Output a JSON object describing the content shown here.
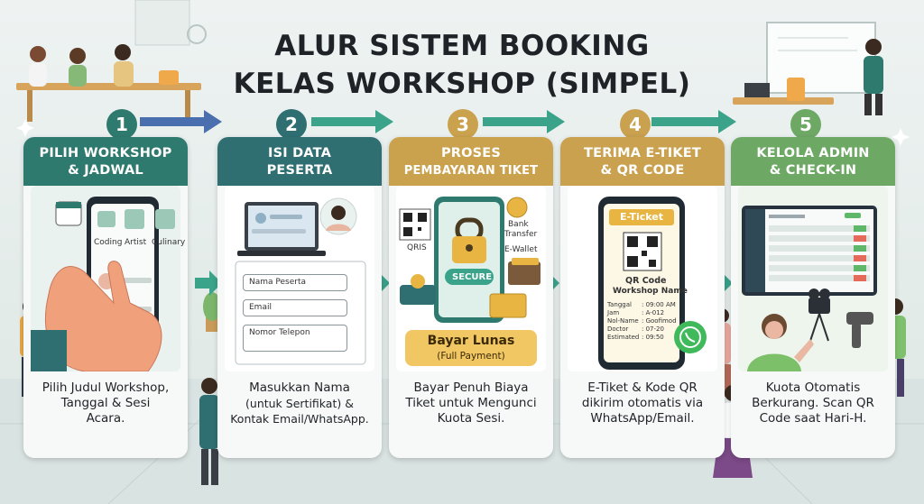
{
  "title": {
    "line1": "ALUR SISTEM BOOKING",
    "line2": "KELAS WORKSHOP (SIMPEL)"
  },
  "colors": {
    "step1": "#2f7a6f",
    "step2": "#2f6f72",
    "step3": "#caa24e",
    "step4": "#c9a14f",
    "step5": "#6ea865",
    "arrow": "#3aa38a"
  },
  "steps": [
    {
      "number": "1",
      "title_line1": "PILIH WORKSHOP",
      "title_line2": "& JADWAL",
      "caption_line1": "Pilih Judul Workshop,",
      "caption_line2": "Tanggal & Sesi",
      "caption_line3": "Acara.",
      "categories": [
        "Coding",
        "Artist",
        "Culinary"
      ]
    },
    {
      "number": "2",
      "title_line1": "ISI DATA",
      "title_line2": "PESERTA",
      "caption_line1": "Masukkan Nama",
      "caption_line2": "(untuk Sertifikat) &",
      "caption_line3": "Kontak Email/WhatsApp.",
      "fields": [
        "Nama Peserta",
        "Email",
        "Nomor Telepon"
      ]
    },
    {
      "number": "3",
      "title_line1": "PROSES",
      "title_line2": "PEMBAYARAN TIKET",
      "caption_line1": "Bayar Penuh Biaya",
      "caption_line2": "Tiket untuk Mengunci",
      "caption_line3": "Kuota Sesi.",
      "qris_label": "QRIS",
      "secure_label": "SECURE",
      "bank_label_1": "Bank",
      "bank_label_2": "Transfer",
      "ewallet_label": "E-Wallet",
      "pay_line1": "Bayar Lunas",
      "pay_line2": "(Full Payment)"
    },
    {
      "number": "4",
      "title_line1": "TERIMA E-TIKET",
      "title_line2": "& QR CODE",
      "caption_line1": "E-Tiket & Kode QR",
      "caption_line2": "dikirim otomatis via",
      "caption_line3": "WhatsApp/Email.",
      "ticket_header": "E-Ticket",
      "qr_line1": "QR Code",
      "qr_line2": "Workshop Name",
      "ticket_rows": [
        {
          "k": "Tanggal",
          "v": ": 09:00 AM"
        },
        {
          "k": "Jam",
          "v": ": A-012"
        },
        {
          "k": "Nol-Name",
          "v": ": Goofimod"
        },
        {
          "k": "Doctor",
          "v": ": 07-20"
        },
        {
          "k": "Estimated",
          "v": ": 09:50"
        }
      ]
    },
    {
      "number": "5",
      "title_line1": "KELOLA ADMIN",
      "title_line2": "& CHECK-IN",
      "caption_line1": "Kuota Otomatis",
      "caption_line2": "Berkurang. Scan QR",
      "caption_line3": "Code saat Hari-H."
    }
  ]
}
